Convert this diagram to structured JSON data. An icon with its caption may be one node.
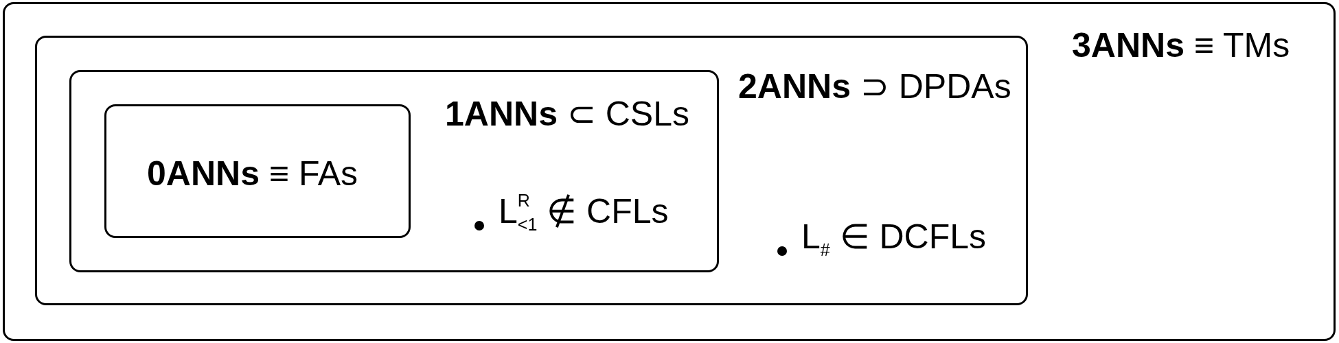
{
  "diagram": {
    "nodes": [
      {
        "text": [
          "**3ANNs** ≡ TMs"
        ]
      },
      {
        "text": [
          "**2ANNs** ⊃ DPDAs",
          "L$_{#}$ ∈ DCFLs"
        ],
        "in": 0
      },
      {
        "text": [
          "**1ANNs** ⊂ CSLs",
          "L$^{R}$$_{<1}$ ∉ CFLs"
        ],
        "in": 1
      },
      {
        "text": [
          "**0ANNs** ≡ FAs"
        ],
        "in": 2
      }
    ]
  }
}
